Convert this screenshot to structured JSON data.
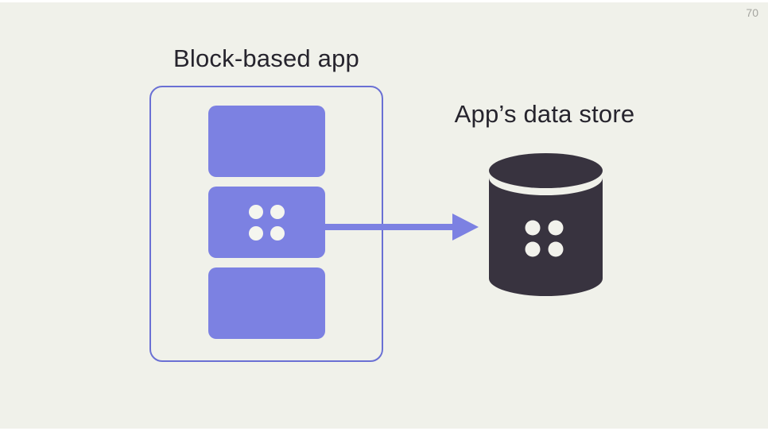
{
  "slide": {
    "page_number": "70",
    "background_color": "#f0f1ea"
  },
  "diagram": {
    "app": {
      "title": "Block-based app",
      "block_color": "#7c81e2",
      "container_border_color": "#6a70d4",
      "blocks": [
        {
          "name": "top-block",
          "has_dots": false
        },
        {
          "name": "middle-block",
          "has_dots": true
        },
        {
          "name": "bottom-block",
          "has_dots": false
        }
      ],
      "dot_color": "#f5f6ef"
    },
    "arrow": {
      "direction": "right",
      "from": "middle-block",
      "to": "data-store",
      "color": "#7c81e2"
    },
    "data_store": {
      "title": "App’s data store",
      "icon": "database-cylinder",
      "body_color": "#38333f",
      "dot_color": "#f2f2ec"
    }
  }
}
